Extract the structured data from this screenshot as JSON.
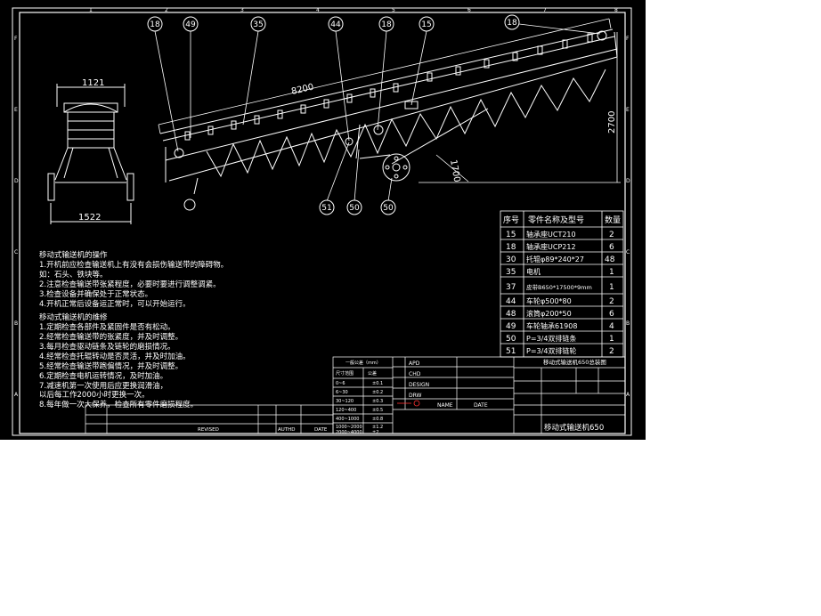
{
  "colors": {
    "background": "#000000",
    "line": "#ffffff",
    "page": "#ffffff",
    "accent": "#ff3030"
  },
  "border": {
    "top_numbers": [
      "1",
      "2",
      "3",
      "4",
      "5",
      "6",
      "7",
      "8"
    ],
    "side_letters": [
      "F",
      "E",
      "D",
      "C",
      "B",
      "A"
    ]
  },
  "callouts": {
    "top": [
      "18",
      "49",
      "35",
      "44",
      "18",
      "15",
      "18"
    ],
    "bottom": [
      "51",
      "50",
      "50"
    ]
  },
  "dimensions": {
    "length": "8200",
    "height": "2700",
    "height_lower": "1700",
    "end_width": "1121",
    "wheel_track": "1522"
  },
  "parts_table": {
    "headers": [
      "序号",
      "零件名称及型号",
      "数量"
    ],
    "rows": [
      [
        "15",
        "轴承座UCT210",
        "2"
      ],
      [
        "18",
        "轴承座UCP212",
        "6"
      ],
      [
        "30",
        "托辊φ89*240*27",
        "48"
      ],
      [
        "35",
        "电机",
        "1"
      ],
      [
        "37",
        "皮带B650*17500*9mm",
        "1"
      ],
      [
        "44",
        "车轮φ500*80",
        "2"
      ],
      [
        "48",
        "滚筒φ200*50",
        "6"
      ],
      [
        "49",
        "车轮轴承61908",
        "4"
      ],
      [
        "50",
        "P=3/4双排链条",
        "1"
      ],
      [
        "51",
        "P=3/4双排链轮",
        "2"
      ]
    ]
  },
  "notes": {
    "usage_title": "移动式输送机的操作",
    "usage_lines": [
      "1.开机前应检查输送机上有没有会损伤输送带的障碍物。",
      "  如：石头、铁块等。",
      "2.注意检查输送带张紧程度，必要时要进行调整调紧。",
      "3.检查设备并确保处于正常状态。",
      "4.开机正常后设备运正常时，可以开始运行。"
    ],
    "maint_title": "移动式输送机的维修",
    "maint_lines": [
      "1.定期检查各部件及紧固件是否有松动。",
      "2.经常检查输送带的张紧度，并及时调整。",
      "3.每月检查驱动链条及链轮的磨损情况。",
      "4.经常检查托辊转动是否灵活，并及时加油。",
      "5.经常检查输送带跑偏情况，并及时调整。",
      "6.定期检查电机运转情况，及时加油。",
      "7.减速机第一次使用后应更换润滑油，",
      "  以后每工作2000小时更换一次。",
      "8.每年做一次大保养，检查所有零件磨损程度。"
    ]
  },
  "title_block": {
    "drawing_title": "移动式输送机650",
    "assembly_title": "移动式输送机650总装图",
    "col_labels": [
      "NAME",
      "DATE"
    ],
    "role_labels": [
      "APD",
      "CHD",
      "DESIGN",
      "DRW"
    ],
    "revision_labels": [
      "REVISED",
      "AUTHD",
      "DATE"
    ],
    "tolerance_title": "一般公差（mm）",
    "tolerance_header": [
      "尺寸范围",
      "公差"
    ],
    "tolerance_rows": [
      [
        "0~6",
        "±0.1"
      ],
      [
        "6~30",
        "±0.2"
      ],
      [
        "30~120",
        "±0.3"
      ],
      [
        "120~400",
        "±0.5"
      ],
      [
        "400~1000",
        "±0.8"
      ],
      [
        "1000~2000",
        "±1.2"
      ],
      [
        "2000~4000",
        "±2"
      ]
    ]
  }
}
